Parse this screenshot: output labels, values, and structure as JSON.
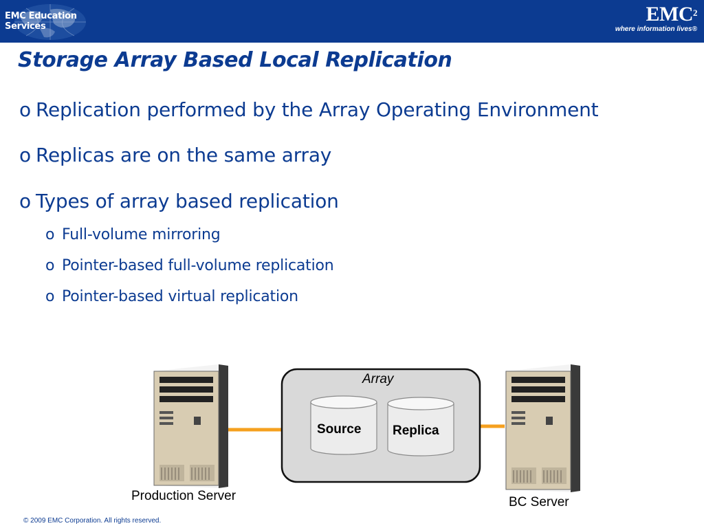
{
  "header": {
    "left_logo_text": "EMC Education Services",
    "brand": "EMC",
    "brand_superscript": "2",
    "tagline": "where information lives",
    "tagline_mark": "®"
  },
  "slide": {
    "title": "Storage Array Based Local Replication",
    "bullet_marker": "o",
    "bullets": [
      "Replication performed by the Array Operating Environment",
      "Replicas are on the same array",
      "Types of array based replication"
    ],
    "sub_bullets": [
      "Full-volume mirroring",
      "Pointer-based full-volume replication",
      "Pointer-based virtual replication"
    ]
  },
  "diagram": {
    "array_label": "Array",
    "source_label": "Source",
    "replica_label": "Replica",
    "production_server_label": "Production Server",
    "bc_server_label": "BC Server",
    "colors": {
      "link": "#f5a01f",
      "array_fill": "#d9d9d9",
      "disk_fill": "#ececec",
      "tower_body": "#d8ccb2",
      "tower_side": "#3a3a3a"
    }
  },
  "footer": {
    "copyright": "© 2009 EMC Corporation. All rights reserved."
  }
}
